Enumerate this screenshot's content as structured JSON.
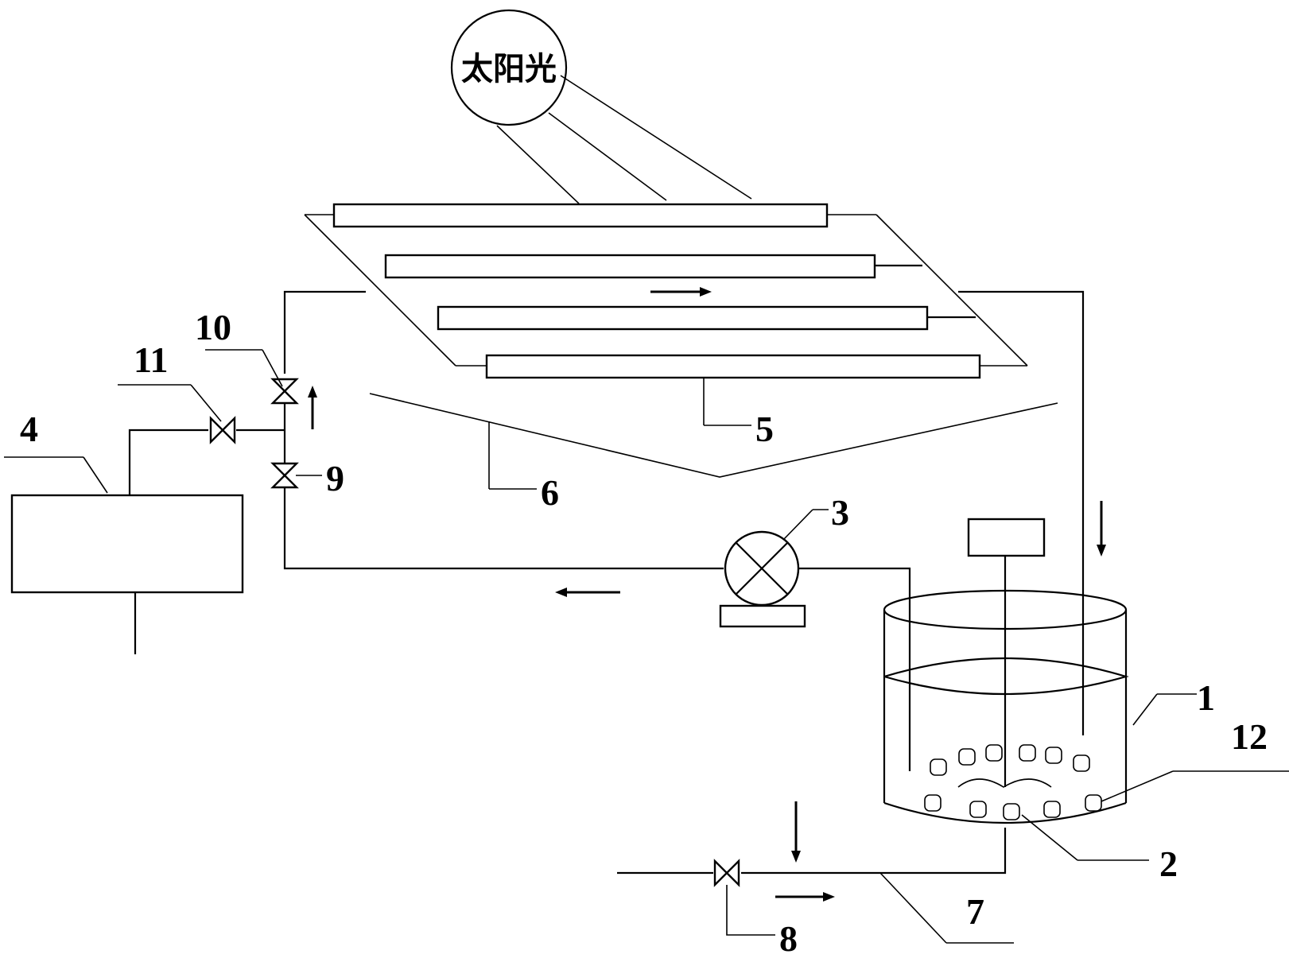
{
  "sun": {
    "text": "太阳光"
  },
  "labels": {
    "n1": "1",
    "n2": "2",
    "n3": "3",
    "n4": "4",
    "n5": "5",
    "n6": "6",
    "n7": "7",
    "n8": "8",
    "n9": "9",
    "n10": "10",
    "n11": "11",
    "n12": "12"
  }
}
